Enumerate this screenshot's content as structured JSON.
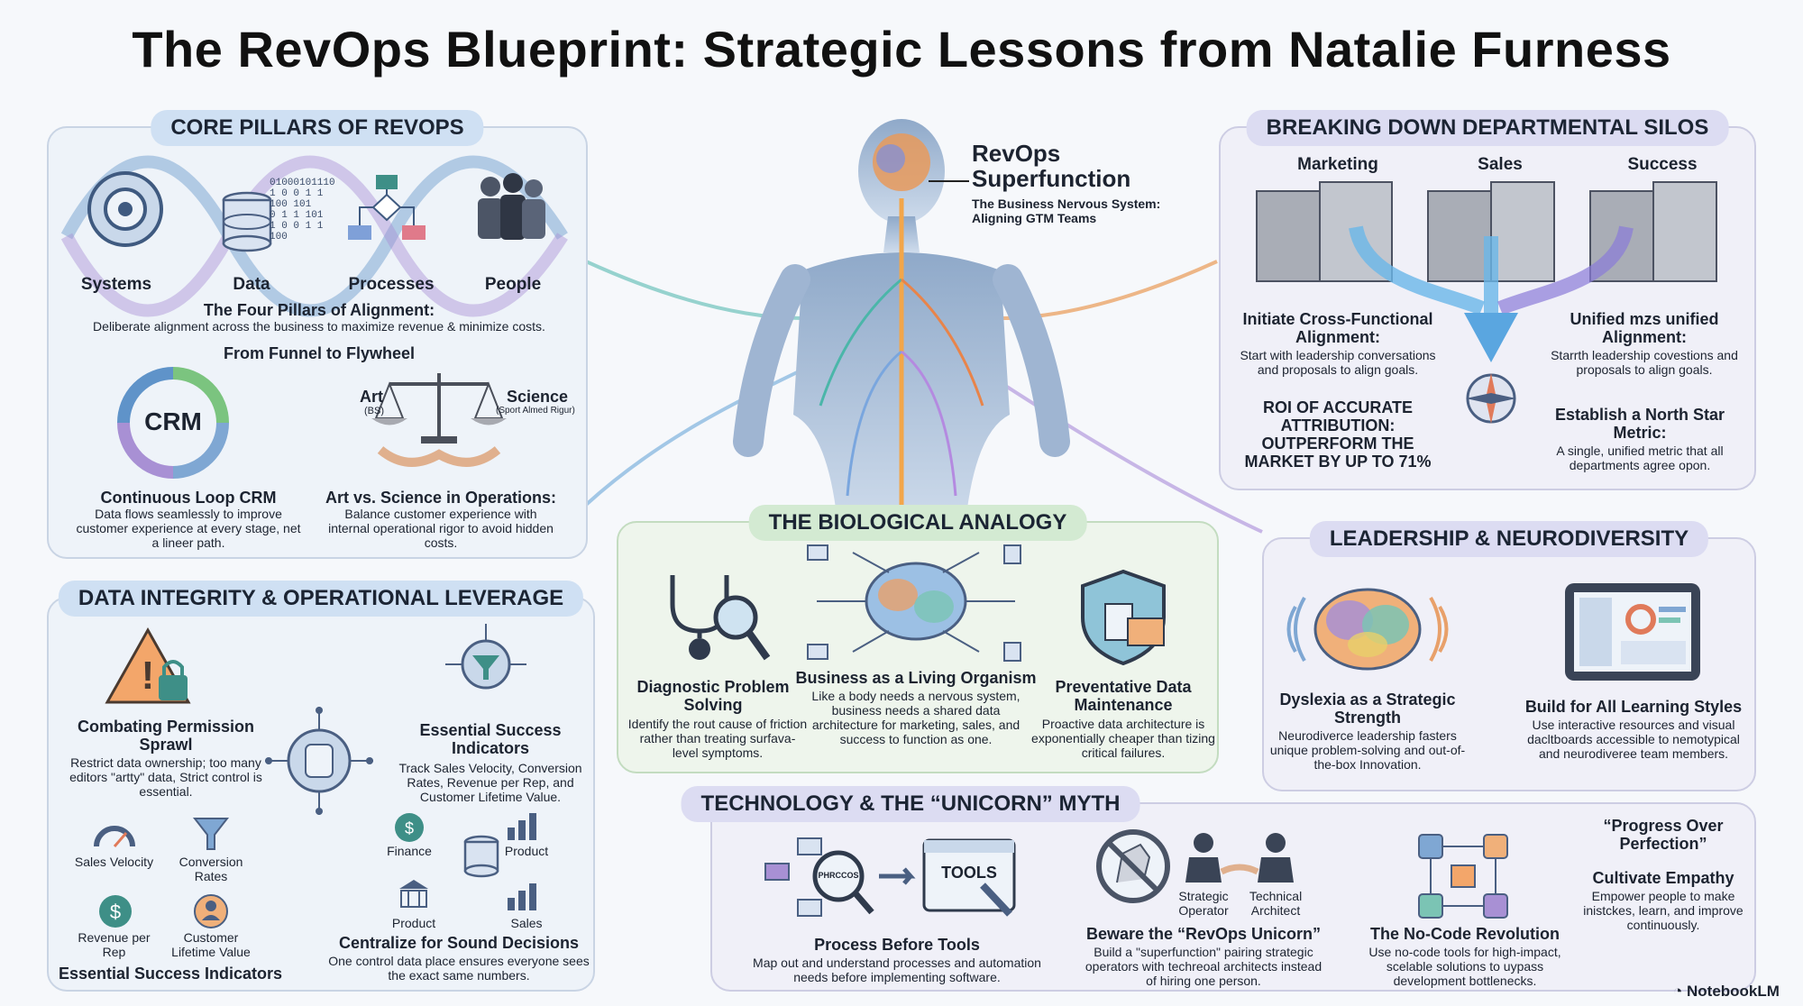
{
  "title": "The RevOps Blueprint: Strategic Lessons from Natalie Furness",
  "brand": "NotebookLM",
  "center": {
    "heading_line1": "RevOps",
    "heading_line2": "Superfunction",
    "sub_line1": "The Business Nervous System:",
    "sub_line2": "Aligning GTM Teams"
  },
  "core_pillars": {
    "title": "CORE PILLARS OF REVOPS",
    "pillars": [
      "Systems",
      "Data",
      "Processes",
      "People"
    ],
    "data_bits": "01000101110\n1 0 0 1 1\n100 101\n0 1 1 101\n1 0 0 1 1\n100",
    "alignment_heading": "The Four Pillars of Alignment:",
    "alignment_desc": "Deliberate alignment across the business to maximize revenue & minimize costs.",
    "funnel_heading": "From Funnel to Flywheel",
    "crm_label": "CRM",
    "crm_heading": "Continuous Loop CRM",
    "crm_desc": "Data flows seamlessly to improve customer experience at every stage, net a lineer path.",
    "art_label": "Art",
    "art_sub": "(BS)",
    "science_label": "Science",
    "science_sub": "(Sport Almed Rigur)",
    "artsci_heading": "Art vs. Science in Operations:",
    "artsci_desc": "Balance customer experience with internal operational rigor to avoid hidden costs."
  },
  "data_integrity": {
    "title": "DATA INTEGRITY & OPERATIONAL LEVERAGE",
    "sprawl_heading": "Combating Permission Sprawl",
    "sprawl_desc": "Restrict data ownership; too many editors \"artty\" data, Strict control is essential.",
    "indicators_heading": "Essential Success Indicators",
    "indicators_desc": "Track Sales Velocity, Conversion Rates, Revenue per Rep, and Customer Lifetime Value.",
    "metrics": [
      "Sales Velocity",
      "Conversion Rates",
      "Revenue per Rep",
      "Customer Lifetime Value"
    ],
    "bottom_heading": "Essential Success Indicators",
    "hub": [
      "Finance",
      "Product",
      "Product",
      "Sales"
    ],
    "centralize_heading": "Centralize for Sound Decisions",
    "centralize_desc": "One control data place ensures everyone sees the exact same numbers."
  },
  "biological": {
    "title": "THE BIOLOGICAL ANALOGY",
    "diag_heading": "Diagnostic Problem Solving",
    "diag_desc": "Identify the rout cause of friction rather than treating surfava-level symptoms.",
    "organism_heading": "Business as a Living Organism",
    "organism_desc": "Like a body needs a nervous system, business needs a shared data architecture for marketing, sales, and success to function as one.",
    "prev_heading": "Preventative Data Maintenance",
    "prev_desc": "Proactive data architecture is exponentially cheaper than tizing critical failures."
  },
  "silos": {
    "title": "BREAKING DOWN DEPARTMENTAL SILOS",
    "columns": [
      "Marketing",
      "Sales",
      "Success"
    ],
    "initiate_heading": "Initiate Cross-Functional Alignment:",
    "initiate_desc": "Start with leadership conversations and proposals to align goals.",
    "unified_heading": "Unified mzs unified Alignment:",
    "unified_desc": "Starrth leadership covestions and proposals to align goals.",
    "roi_text": "ROI OF ACCURATE ATTRIBUTION: OUTPERFORM THE MARKET BY UP TO 71%",
    "north_heading": "Establish a North Star Metric:",
    "north_desc": "A single, unified metric that all departments agree opon."
  },
  "leadership": {
    "title": "LEADERSHIP & NEURODIVERSITY",
    "dyslexia_heading": "Dyslexia as a Strategic Strength",
    "dyslexia_desc": "Neurodiverce leadership fasters unique problem-solving and out-of-the-box Innovation.",
    "build_heading": "Build for All Learning Styles",
    "build_desc": "Use interactive resources and visual dacltboards accessible to nemotypical and neurodiveree team members."
  },
  "technology": {
    "title": "TECHNOLOGY & THE “UNICORN” MYTH",
    "process_label": "PHRCCOS",
    "tools_label": "TOOLS",
    "process_heading": "Process Before Tools",
    "process_desc": "Map out and understand processes and automation needs before implementing software.",
    "strategic_label": "Strategic Operator",
    "technical_label": "Technical Architect",
    "unicorn_heading": "Beware the “RevOps Unicorn”",
    "unicorn_desc": "Build a \"superfunction\" pairing strategic operators with techreoal architects instead of hiring one person.",
    "nocode_heading": "The No-Code Revolution",
    "nocode_desc": "Use no-code tools for high-impact, scelable solutions to uypass development bottlenecks.",
    "quote": "“Progress Over Perfection”",
    "empathy_heading": "Cultivate Empathy",
    "empathy_desc": "Empower people to make inistckes, learn, and improve continuously."
  },
  "colors": {
    "accent_blue": "#3a6fb0",
    "accent_teal": "#39a9a5",
    "accent_orange": "#e88a3a",
    "accent_purple": "#8a6ad2"
  }
}
